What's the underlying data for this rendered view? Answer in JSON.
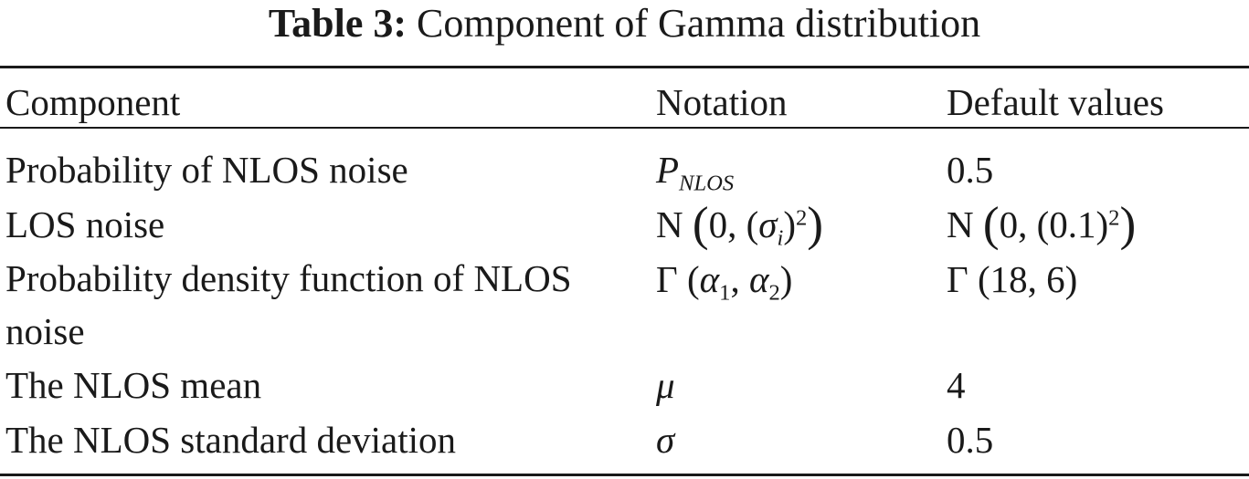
{
  "caption": {
    "label": "Table 3:",
    "title": "Component of Gamma distribution"
  },
  "table": {
    "headers": [
      "Component",
      "Notation",
      "Default values"
    ],
    "rows": [
      {
        "component": "Probability of NLOS noise",
        "notation": {
          "symbol": "P",
          "subscript": "NLOS"
        },
        "default": "0.5"
      },
      {
        "component": "LOS noise",
        "notation": {
          "prefix": "N",
          "inner_left": "0, (",
          "symbol": "σ",
          "subscript": "i",
          "inner_right": ")",
          "power": "2"
        },
        "default": {
          "prefix": "N",
          "inner_left": "0, (0.1)",
          "power": "2"
        }
      },
      {
        "component": "Probability density function of NLOS noise",
        "notation": {
          "prefix": "Γ",
          "a": "α",
          "a_sub": "1",
          "b": "α",
          "b_sub": "2"
        },
        "default": "Γ (18, 6)"
      },
      {
        "component": "The NLOS mean",
        "notation": {
          "symbol": "μ"
        },
        "default": "4"
      },
      {
        "component": "The NLOS standard deviation",
        "notation": {
          "symbol": "σ"
        },
        "default": "0.5"
      }
    ]
  }
}
